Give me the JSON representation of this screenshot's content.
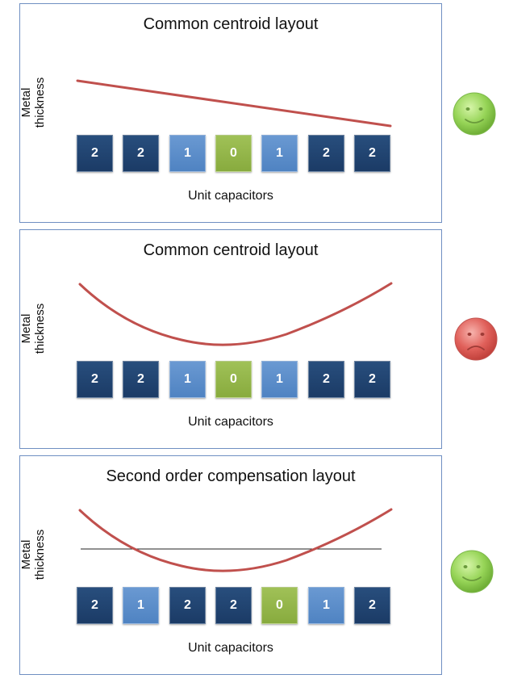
{
  "panels": [
    {
      "title": "Common centroid layout",
      "ylabel_line1": "Metal",
      "ylabel_line2": "thickness",
      "xlabel": "Unit capacitors",
      "capacitors": [
        "2",
        "2",
        "1",
        "0",
        "1",
        "2",
        "2"
      ],
      "thickness_profile": "linear-gradient",
      "verdict": "happy",
      "colors": {
        "curve": "#c0504d",
        "face": "#8fd14f"
      }
    },
    {
      "title": "Common centroid layout",
      "ylabel_line1": "Metal",
      "ylabel_line2": "thickness",
      "xlabel": "Unit capacitors",
      "capacitors": [
        "2",
        "2",
        "1",
        "0",
        "1",
        "2",
        "2"
      ],
      "thickness_profile": "second-order",
      "verdict": "sad",
      "colors": {
        "curve": "#c0504d",
        "face": "#e05a55"
      }
    },
    {
      "title": "Second order compensation layout",
      "ylabel_line1": "Metal",
      "ylabel_line2": "thickness",
      "xlabel": "Unit capacitors",
      "capacitors": [
        "2",
        "1",
        "2",
        "2",
        "0",
        "1",
        "2"
      ],
      "thickness_profile": "second-order-with-mean",
      "verdict": "happy",
      "colors": {
        "curve": "#c0504d",
        "face": "#8fd14f"
      }
    }
  ],
  "capacitor_colors": {
    "2": "#1f4270",
    "1": "#5b8dcb",
    "0": "#94b84a"
  }
}
